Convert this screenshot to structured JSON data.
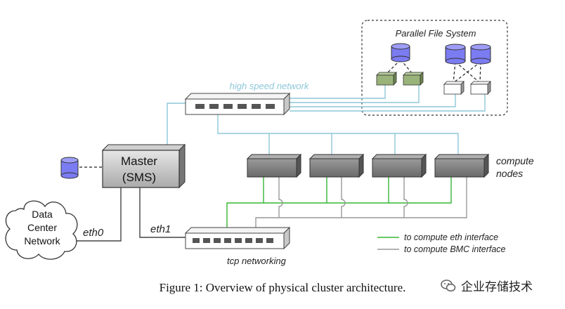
{
  "labels": {
    "parallel_fs": "Parallel File System",
    "high_speed_network": "high speed network",
    "compute_nodes_line1": "compute",
    "compute_nodes_line2": "nodes",
    "master_line1": "Master",
    "master_line2": "(SMS)",
    "dcn_line1": "Data",
    "dcn_line2": "Center",
    "dcn_line3": "Network",
    "eth0": "eth0",
    "eth1": "eth1",
    "tcp_networking": "tcp networking"
  },
  "legend": [
    {
      "label": "to compute eth interface",
      "color": "#35b535"
    },
    {
      "label": "to compute BMC interface",
      "color": "#999999"
    }
  ],
  "caption": "Figure 1: Overview of physical cluster architecture.",
  "watermark": "企业存储技术",
  "colors": {
    "high_speed_link": "#8ec7d9",
    "eth_link": "#35b535",
    "bmc_link": "#999999",
    "storage": "#7b7bf2",
    "pfs_server_green": "#99b37a",
    "compute_node": "#808080"
  },
  "icons": [
    "database-icon",
    "switch-icon",
    "cloud-icon",
    "compute-node-icon",
    "wechat-icon"
  ]
}
